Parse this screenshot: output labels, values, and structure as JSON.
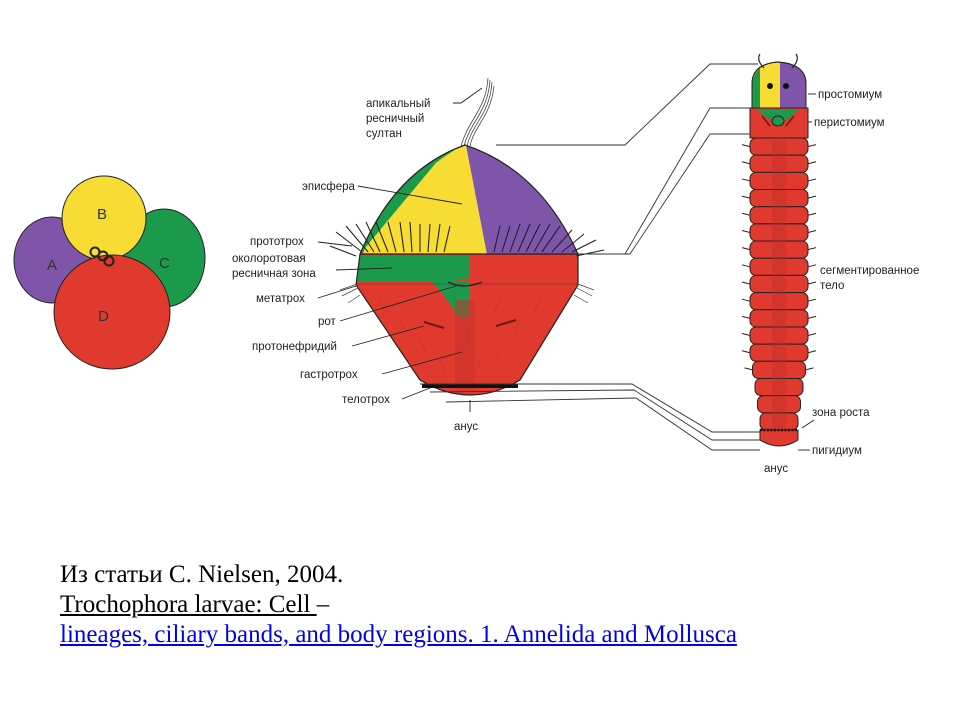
{
  "cells": {
    "labels": [
      "A",
      "B",
      "C",
      "D"
    ],
    "colors": {
      "A": "#7e55a8",
      "B": "#f6dc33",
      "C": "#1c9a4b",
      "D": "#e03a2f"
    }
  },
  "trochophore": {
    "labels": {
      "apical_tuft": [
        "апикальный",
        "ресничный",
        "султан"
      ],
      "episphere": "эписфера",
      "prototroch": "прототрох",
      "adoral_zone": [
        "околоротовая",
        "ресничная зона"
      ],
      "metatroch": "метатрох",
      "mouth": "рот",
      "protonephridium": "протонефридий",
      "gastrotroch": "гастротрох",
      "telotroch": "телотрох",
      "anus": "анус"
    }
  },
  "adult": {
    "labels": {
      "prostomium": "простомиум",
      "peristomium": "перистомиум",
      "segmented_body": [
        "сегментированное",
        "тело"
      ],
      "growth_zone": "зона роста",
      "pygidium": "пигидиум",
      "anus": "анус"
    },
    "segment_count": 17
  },
  "caption": {
    "line1": "Из статьи C. Nielsen, 2004.",
    "line2_text": "Trochophora larvae: Cell ",
    "line2_dash": "–",
    "link_text": " lineages, ciliary bands, and body regions. 1. Annelida and Mollusca"
  }
}
